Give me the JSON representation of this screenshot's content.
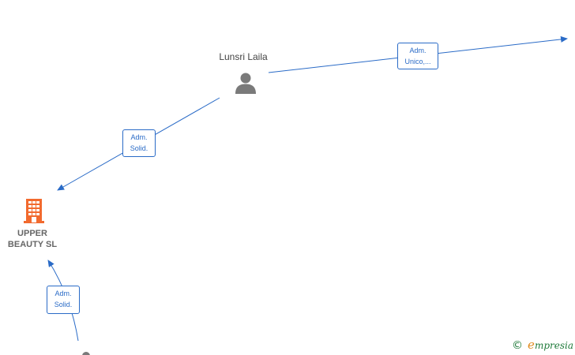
{
  "nodes": {
    "person_main": {
      "name": "Lunsri Laila"
    },
    "company": {
      "name_line1": "UPPER",
      "name_line2": "BEAUTY  SL"
    }
  },
  "edges": [
    {
      "line1": "Adm.",
      "line2": "Unico,..."
    },
    {
      "line1": "Adm.",
      "line2": "Solid."
    },
    {
      "line1": "Adm.",
      "line2": "Solid."
    }
  ],
  "brand": {
    "copyright": "©",
    "initial": "e",
    "rest": "mpresia"
  },
  "colors": {
    "edge": "#2a6bc7",
    "person_icon": "#7a7a7a",
    "company_icon": "#f26a2e"
  }
}
